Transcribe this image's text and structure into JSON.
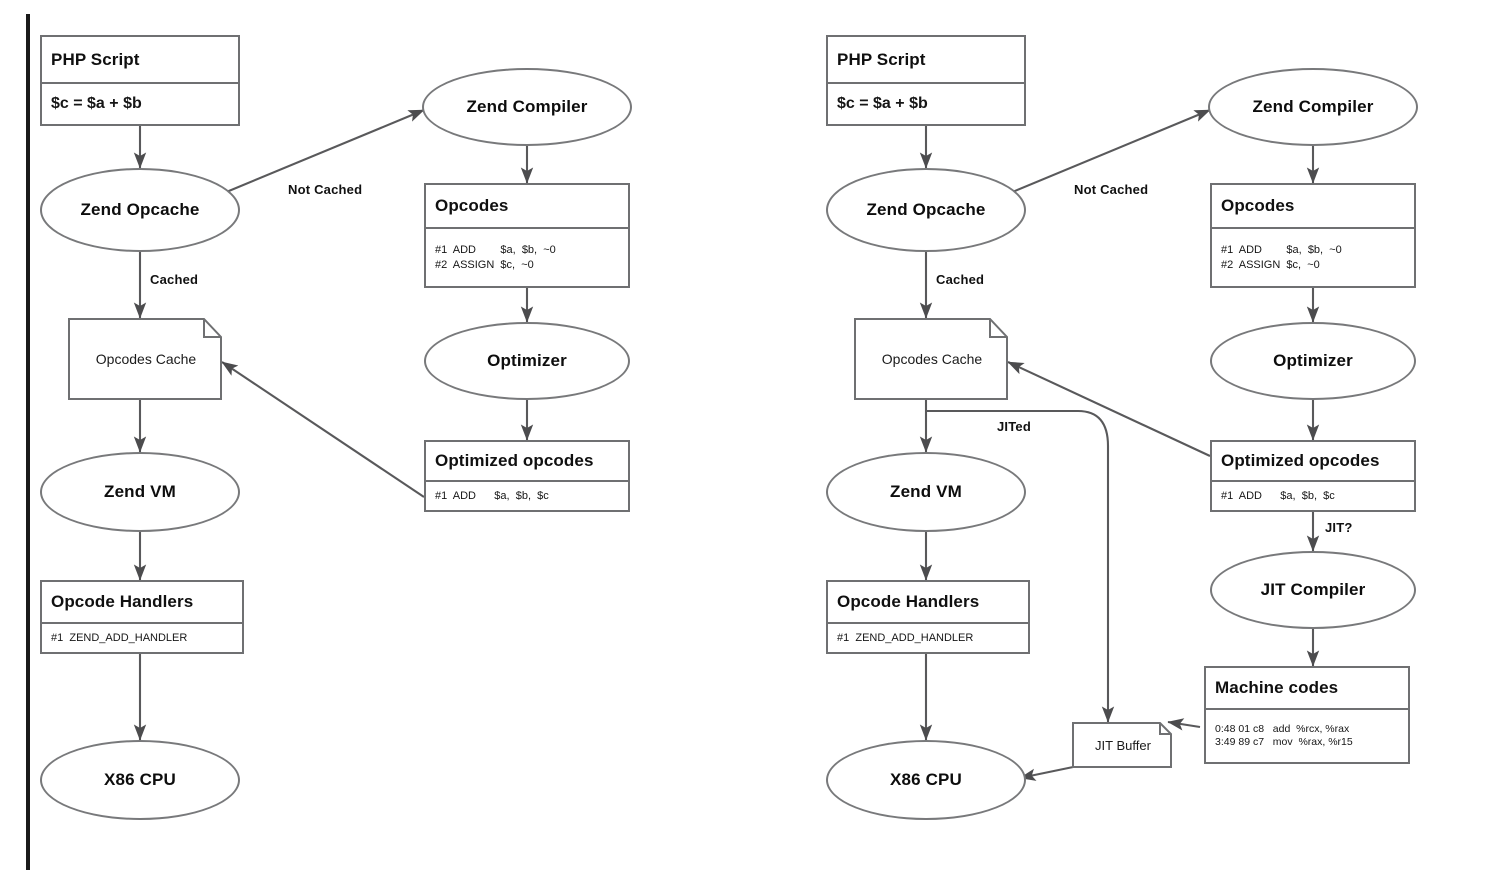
{
  "diagram": {
    "title": "PHP execution pipeline: Opcache / VM vs Opcache / JIT",
    "type": "flowchart",
    "stroke_color": "#6f7072",
    "text_color": "#101010",
    "background": "#ffffff"
  },
  "panels": [
    {
      "id": "left",
      "name": "php-opcache-vm-pipeline",
      "nodes": {
        "php_script": {
          "header": "PHP Script",
          "rows": [
            "$c = $a + $b"
          ]
        },
        "zend_opcache": {
          "label": "Zend Opcache"
        },
        "zend_compiler": {
          "label": "Zend Compiler"
        },
        "opcodes": {
          "header": "Opcodes",
          "rows": [
            "#1  ADD        $a,  $b,  ~0",
            "#2  ASSIGN  $c,  ~0"
          ]
        },
        "optimizer": {
          "label": "Optimizer"
        },
        "optimized_opcodes": {
          "header": "Optimized opcodes",
          "rows": [
            "#1  ADD      $a,  $b,  $c"
          ]
        },
        "opcodes_cache": {
          "label": "Opcodes Cache"
        },
        "zend_vm": {
          "label": "Zend VM"
        },
        "opcode_handlers": {
          "header": "Opcode Handlers",
          "rows": [
            "#1  ZEND_ADD_HANDLER"
          ]
        },
        "x86_cpu": {
          "label": "X86 CPU"
        }
      },
      "edge_labels": {
        "not_cached": "Not Cached",
        "cached": "Cached"
      }
    },
    {
      "id": "right",
      "name": "php-opcache-jit-pipeline",
      "nodes": {
        "php_script": {
          "header": "PHP Script",
          "rows": [
            "$c = $a + $b"
          ]
        },
        "zend_opcache": {
          "label": "Zend Opcache"
        },
        "zend_compiler": {
          "label": "Zend Compiler"
        },
        "opcodes": {
          "header": "Opcodes",
          "rows": [
            "#1  ADD        $a,  $b,  ~0",
            "#2  ASSIGN  $c,  ~0"
          ]
        },
        "optimizer": {
          "label": "Optimizer"
        },
        "optimized_opcodes": {
          "header": "Optimized opcodes",
          "rows": [
            "#1  ADD      $a,  $b,  $c"
          ]
        },
        "opcodes_cache": {
          "label": "Opcodes Cache"
        },
        "zend_vm": {
          "label": "Zend VM"
        },
        "opcode_handlers": {
          "header": "Opcode Handlers",
          "rows": [
            "#1  ZEND_ADD_HANDLER"
          ]
        },
        "x86_cpu": {
          "label": "X86 CPU"
        },
        "jit_compiler": {
          "label": "JIT Compiler"
        },
        "machine_codes": {
          "header": "Machine codes",
          "rows": [
            "0:48 01 c8   add  %rcx, %rax",
            "3:49 89 c7   mov  %rax, %r15"
          ]
        },
        "jit_buffer": {
          "label": "JIT Buffer"
        }
      },
      "edge_labels": {
        "not_cached": "Not Cached",
        "cached": "Cached",
        "jited": "JITed",
        "jit_q": "JIT?"
      }
    }
  ]
}
